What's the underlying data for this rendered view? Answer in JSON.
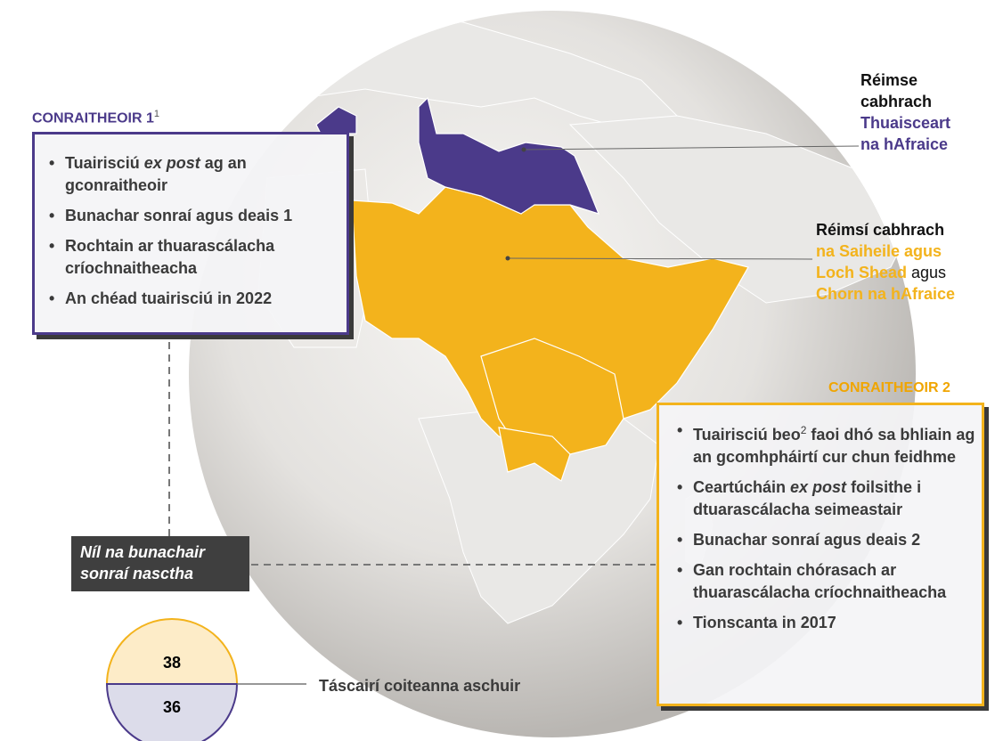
{
  "contractor1": {
    "title": "CONRAITHEOIR 1",
    "footnote": "1",
    "items": [
      {
        "pre": "Tuairisciú ",
        "em": "ex post",
        "post": " ag an gconraitheoir"
      },
      {
        "pre": "Bunachar sonraí agus deais 1",
        "em": "",
        "post": ""
      },
      {
        "pre": "Rochtain ar thuarascálacha críochnaitheacha",
        "em": "",
        "post": ""
      },
      {
        "pre": "An chéad tuairisciú in 2022",
        "em": "",
        "post": ""
      }
    ]
  },
  "contractor2": {
    "title": "CONRAITHEOIR 2",
    "item1": {
      "pre": "Tuairisciú beo",
      "sup": "2",
      "post": " faoi dhó sa bhliain ag an gcomhpháirtí cur chun feidhme"
    },
    "item2": {
      "pre": "Ceartúcháin ",
      "em": "ex post",
      "post": " foilsithe i dtuarascálacha seimeastair"
    },
    "item3": "Bunachar sonraí agus deais 2",
    "item4": "Gan rochtain chórasach ar thuarascálacha críochnaitheacha",
    "item5": "Tionscanta in 2017"
  },
  "region_north": {
    "line1": "Réimse",
    "line2": "cabhrach",
    "accent1": "Thuaisceart",
    "accent2": "na hAfraice"
  },
  "region_sahel": {
    "line1": "Réimsí cabhrach",
    "accent1": "na Saiheile agus",
    "accent2": "Loch Shead",
    "connector": " agus",
    "accent3": "Chorn na hAfraice"
  },
  "unlinked_note": {
    "line1": "Níl na bunachair",
    "line2": "sonraí nasctha"
  },
  "indicators": {
    "label": "Táscairí coiteanna aschuir",
    "top_value": "38",
    "bottom_value": "36"
  },
  "colors": {
    "purple": "#4b3a8a",
    "orange": "#f3b31c",
    "light_orange": "#fdecc8",
    "light_purple": "#dcdcea",
    "dark_box": "#3f3f3f"
  }
}
